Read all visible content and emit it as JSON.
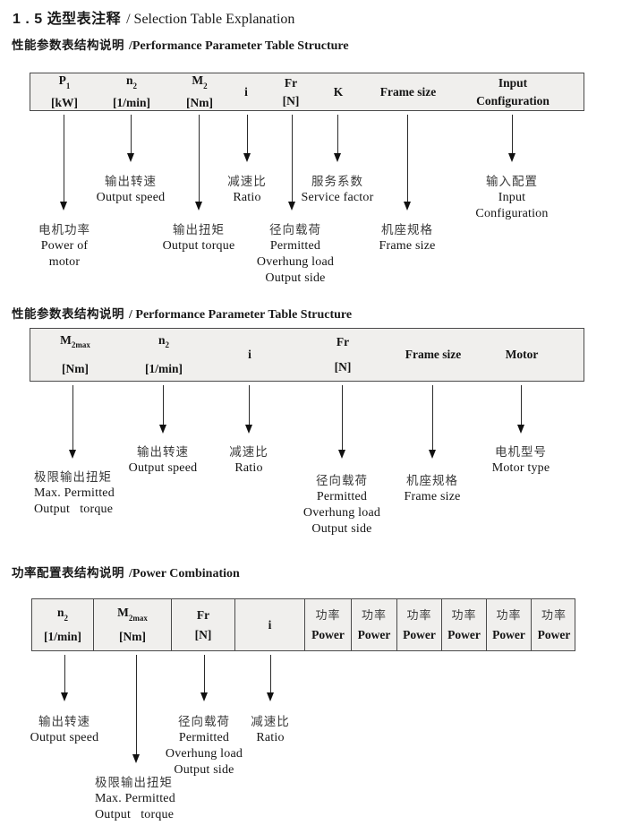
{
  "page": {
    "title_zh": "1 . 5 选型表注释",
    "title_en": "/ Selection Table Explanation"
  },
  "sections": [
    {
      "title_zh": "性能参数表结构说明",
      "title_en": "/Performance Parameter Table Structure",
      "columns": [
        {
          "base": "P",
          "sub": "1",
          "line2": "[kW]"
        },
        {
          "base": "n",
          "sub": "2",
          "line2": "[1/min]"
        },
        {
          "base": "M",
          "sub": "2",
          "line2": "[Nm]"
        },
        {
          "base": "i"
        },
        {
          "base": "Fr",
          "line2": "[N]"
        },
        {
          "base": "K"
        },
        {
          "base": "Frame size"
        },
        {
          "base": "Input",
          "line2": "Configuration"
        }
      ],
      "callouts": [
        {
          "lines": [
            "输出转速",
            "Output speed"
          ]
        },
        {
          "lines": [
            "减速比",
            "Ratio"
          ]
        },
        {
          "lines": [
            "服务系数",
            "Service factor"
          ]
        },
        {
          "lines": [
            "输入配置",
            "Input",
            "Configuration"
          ]
        },
        {
          "lines": [
            "电机功率",
            "Power of",
            "motor"
          ]
        },
        {
          "lines": [
            "输出扭矩",
            "Output torque"
          ]
        },
        {
          "lines": [
            "径向载荷",
            "Permitted",
            "Overhung load",
            "Output side"
          ]
        },
        {
          "lines": [
            "机座规格",
            "Frame size"
          ]
        }
      ]
    },
    {
      "title_zh": "性能参数表结构说明",
      "title_en": "/ Performance Parameter Table Structure",
      "columns": [
        {
          "base": "M",
          "sub": "2max",
          "line2": "[Nm]"
        },
        {
          "base": "n",
          "sub": "2",
          "line2": "[1/min]"
        },
        {
          "base": "i"
        },
        {
          "base": "Fr",
          "line2": "[N]"
        },
        {
          "base": "Frame size"
        },
        {
          "base": "Motor"
        }
      ],
      "callouts": [
        {
          "lines": [
            "输出转速",
            "Output speed"
          ]
        },
        {
          "lines": [
            "减速比",
            "Ratio"
          ]
        },
        {
          "lines": [
            "电机型号",
            "Motor type"
          ]
        },
        {
          "lines": [
            "极限输出扭矩",
            "Max. Permitted",
            "Output   torque"
          ]
        },
        {
          "lines": [
            "径向载荷",
            "Permitted",
            "Overhung load",
            "Output side"
          ]
        },
        {
          "lines": [
            "机座规格",
            "Frame size"
          ]
        }
      ]
    },
    {
      "title_zh": "功率配置表结构说明",
      "title_en": "/Power Combination",
      "columns": [
        {
          "base": "n",
          "sub": "2",
          "line2": "[1/min]"
        },
        {
          "base": "M",
          "sub": "2max",
          "line2": "[Nm]"
        },
        {
          "base": "Fr",
          "line2": "[N]"
        },
        {
          "base": "i"
        },
        {
          "zh": "功率",
          "en": "Power"
        },
        {
          "zh": "功率",
          "en": "Power"
        },
        {
          "zh": "功率",
          "en": "Power"
        },
        {
          "zh": "功率",
          "en": "Power"
        },
        {
          "zh": "功率",
          "en": "Power"
        },
        {
          "zh": "功率",
          "en": "Power"
        }
      ],
      "callouts": [
        {
          "lines": [
            "输出转速",
            "Output speed"
          ]
        },
        {
          "lines": [
            "极限输出扭矩",
            "Max. Permitted",
            "Output   torque"
          ]
        },
        {
          "lines": [
            "径向载荷",
            "Permitted",
            "Overhung load",
            "Output side"
          ]
        },
        {
          "lines": [
            "减速比",
            "Ratio"
          ]
        }
      ]
    }
  ]
}
